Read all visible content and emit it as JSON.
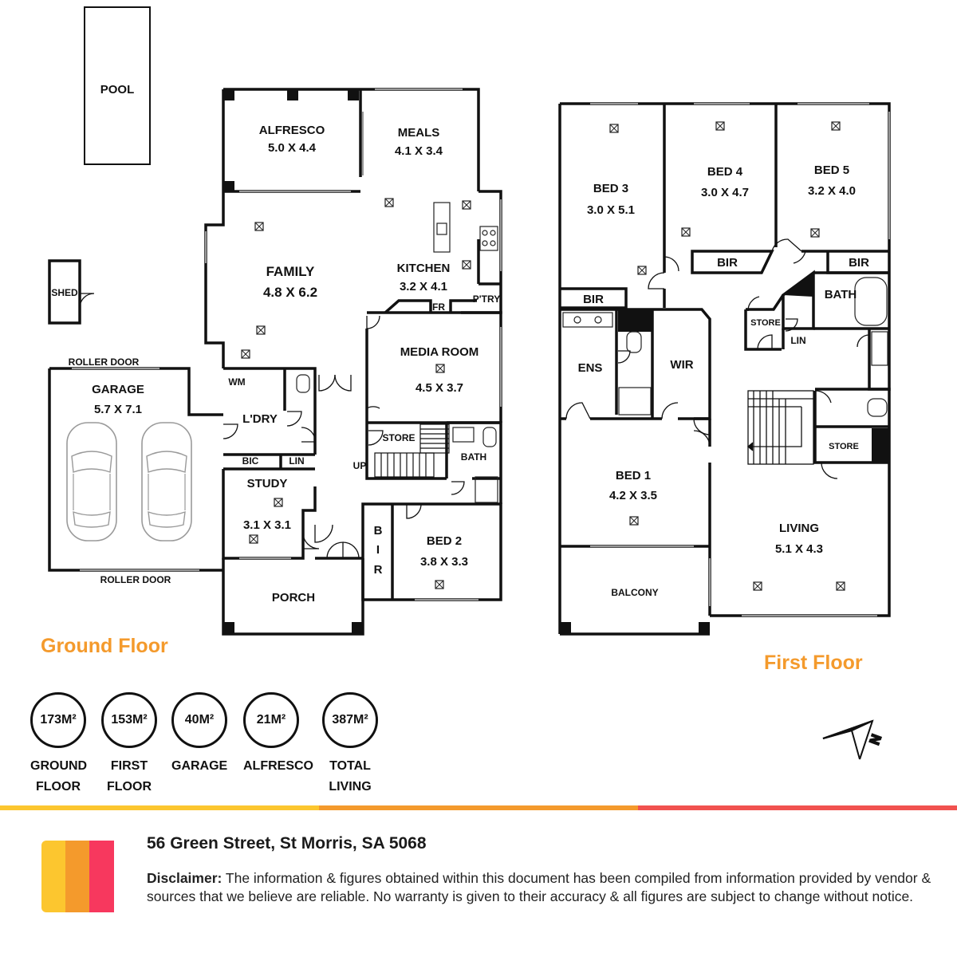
{
  "rooms_ground": {
    "pool": {
      "name": "POOL"
    },
    "shed": {
      "name": "SHED"
    },
    "alfresco": {
      "name": "ALFRESCO",
      "size": "5.0 X 4.4"
    },
    "meals": {
      "name": "MEALS",
      "size": "4.1 X 3.4"
    },
    "family": {
      "name": "FAMILY",
      "size": "4.8 X 6.2"
    },
    "kitchen": {
      "name": "KITCHEN",
      "size": "3.2 X 4.1"
    },
    "fr": {
      "name": "FR"
    },
    "ptry": {
      "name": "P'TRY"
    },
    "garage": {
      "name": "GARAGE",
      "size": "5.7 X 7.1"
    },
    "roller_door_top": {
      "name": "ROLLER DOOR"
    },
    "roller_door_bottom": {
      "name": "ROLLER DOOR"
    },
    "wm": {
      "name": "WM"
    },
    "laundry": {
      "name": "L'DRY"
    },
    "media": {
      "name": "MEDIA ROOM",
      "size": "4.5 X 3.7"
    },
    "store": {
      "name": "STORE"
    },
    "up": {
      "name": "UP"
    },
    "bic": {
      "name": "BIC"
    },
    "lin": {
      "name": "LIN"
    },
    "study": {
      "name": "STUDY",
      "size": "3.1 X 3.1"
    },
    "bath": {
      "name": "BATH"
    },
    "bir_letters": [
      "B",
      "I",
      "R"
    ],
    "bed2": {
      "name": "BED 2",
      "size": "3.8 X 3.3"
    },
    "porch": {
      "name": "PORCH"
    }
  },
  "rooms_first": {
    "bed3": {
      "name": "BED 3",
      "size": "3.0 X 5.1"
    },
    "bed4": {
      "name": "BED 4",
      "size": "3.0 X 4.7"
    },
    "bed5": {
      "name": "BED 5",
      "size": "3.2 X 4.0"
    },
    "bir_bed4": {
      "name": "BIR"
    },
    "bir_bed5": {
      "name": "BIR"
    },
    "bir_bed3": {
      "name": "BIR"
    },
    "bath": {
      "name": "BATH"
    },
    "store1": {
      "name": "STORE"
    },
    "lin": {
      "name": "LIN"
    },
    "ens": {
      "name": "ENS"
    },
    "wir": {
      "name": "WIR"
    },
    "store2": {
      "name": "STORE"
    },
    "bed1": {
      "name": "BED 1",
      "size": "4.2 X 3.5"
    },
    "living": {
      "name": "LIVING",
      "size": "5.1 X 4.3"
    },
    "balcony": {
      "name": "BALCONY"
    }
  },
  "floors": {
    "ground": "Ground Floor",
    "first": "First Floor"
  },
  "compass": {
    "letter": "N"
  },
  "stats": [
    {
      "value": "173M²",
      "label": "GROUND\nFLOOR"
    },
    {
      "value": "153M²",
      "label": "FIRST\nFLOOR"
    },
    {
      "value": "40M²",
      "label": "GARAGE"
    },
    {
      "value": "21M²",
      "label": "ALFRESCO"
    },
    {
      "value": "387M²",
      "label": "TOTAL\nLIVING"
    }
  ],
  "colors": {
    "orange": "#f49a2c",
    "yellow": "#fcc62f",
    "coral": "#f1524f",
    "red": "#f7385e",
    "walls": "#111111"
  },
  "footer": {
    "address": "56 Green Street, St Morris, SA 5068",
    "disclaimer_label": "Disclaimer:",
    "disclaimer_text": " The information & figures obtained within this document has been compiled from information provided by vendor & sources that we believe are reliable. No warranty is given to their accuracy & all figures are subject to change without notice."
  }
}
